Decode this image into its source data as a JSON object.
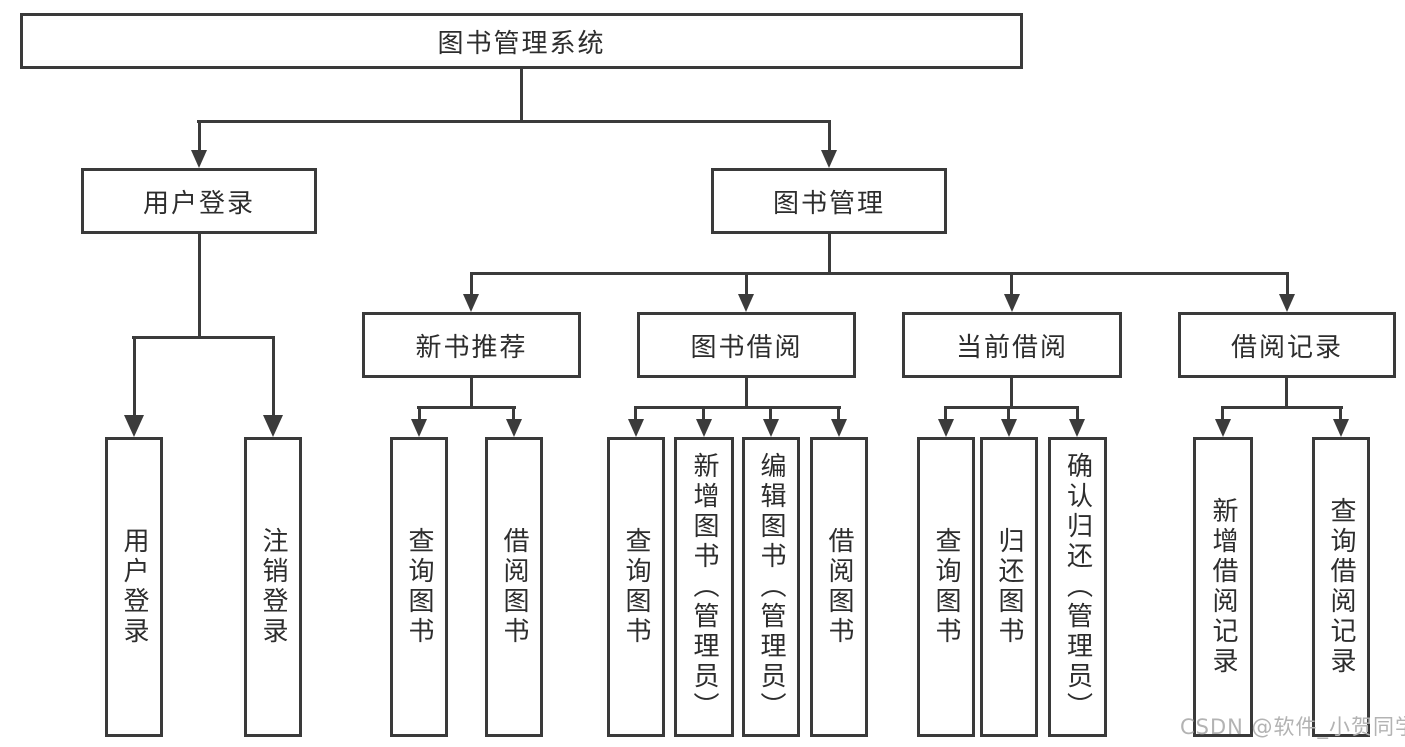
{
  "tree": {
    "root": {
      "label": "图书管理系统",
      "children": [
        {
          "label": "用户登录",
          "children": [
            {
              "label": "用户登录"
            },
            {
              "label": "注销登录"
            }
          ]
        },
        {
          "label": "图书管理",
          "children": [
            {
              "label": "新书推荐",
              "children": [
                {
                  "label": "查询图书"
                },
                {
                  "label": "借阅图书"
                }
              ]
            },
            {
              "label": "图书借阅",
              "children": [
                {
                  "label": "查询图书"
                },
                {
                  "label": "新增图书（管理员）"
                },
                {
                  "label": "编辑图书（管理员）"
                },
                {
                  "label": "借阅图书"
                }
              ]
            },
            {
              "label": "当前借阅",
              "children": [
                {
                  "label": "查询图书"
                },
                {
                  "label": "归还图书"
                },
                {
                  "label": "确认归还（管理员）"
                }
              ]
            },
            {
              "label": "借阅记录",
              "children": [
                {
                  "label": "新增借阅记录"
                },
                {
                  "label": "查询借阅记录"
                }
              ]
            }
          ]
        }
      ]
    }
  },
  "colors": {
    "line": "#3b3b3b",
    "border": "#3a3a3a",
    "text": "#2d2d2d",
    "watermark": "#b3b3b3"
  },
  "watermark": {
    "text": "CSDN @软件_小贺同学"
  }
}
